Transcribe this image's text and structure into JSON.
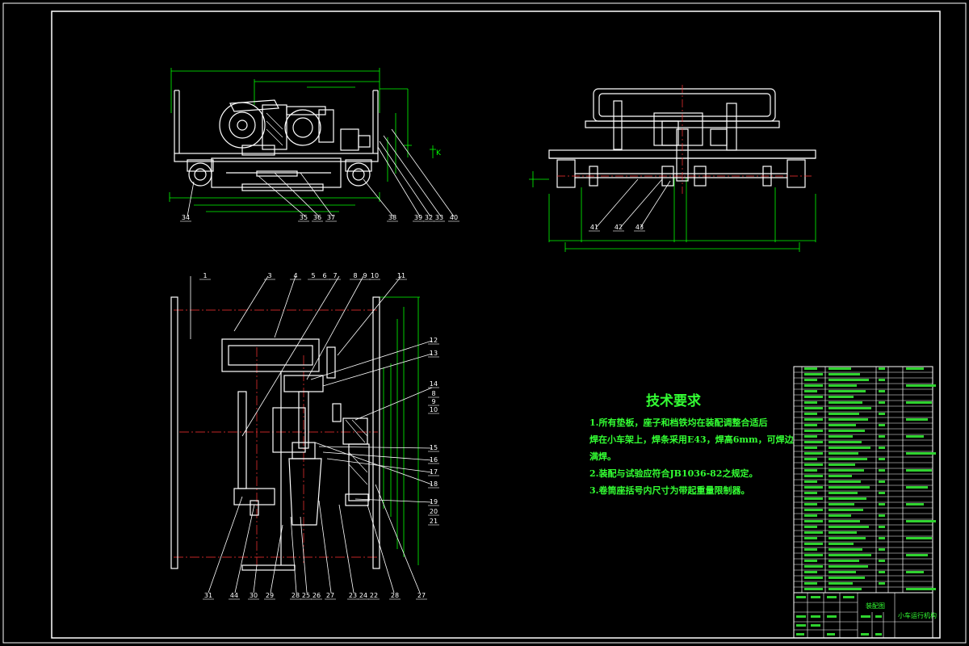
{
  "colors": {
    "background": "#000000",
    "frame": "#ffffff",
    "geometry": "#ffffff",
    "dimension": "#00ff00",
    "centerline": "#ff3333",
    "leader": "#ffffff",
    "text_green": "#33ff33",
    "table_line": "#ffffff"
  },
  "technical_requirements": {
    "title": "技术要求",
    "lines": [
      "1.所有垫板，座子和档铁均在装配调整合适后",
      "焊在小车架上，焊条采用E43，焊高6mm，可焊边",
      "满焊。",
      "2.装配与试验应符合JB1036-82之规定。",
      "3.卷筒座括号内尺寸为带起重量限制器。"
    ]
  },
  "front_view": {
    "balloons_bottom": [
      "34",
      "35",
      "36",
      "37",
      "38",
      "39",
      "32",
      "33",
      "40"
    ],
    "side_label": "K"
  },
  "side_view": {
    "balloons_bottom": [
      "41",
      "42",
      "43"
    ]
  },
  "plan_view": {
    "balloons_top": [
      "1",
      "3",
      "4",
      "5",
      "6",
      "7",
      "8",
      "9",
      "10",
      "11"
    ],
    "balloons_right": [
      "12",
      "13",
      "14",
      "8",
      "9",
      "10",
      "15",
      "16",
      "17",
      "18",
      "19",
      "20",
      "21"
    ],
    "balloons_bottom": [
      "31",
      "44",
      "30",
      "29",
      "28",
      "25",
      "26",
      "27",
      "23",
      "24",
      "22",
      "28",
      "27"
    ]
  },
  "title_block": {
    "assembly_label": "装配图",
    "drawing_name": "小车运行机构"
  }
}
